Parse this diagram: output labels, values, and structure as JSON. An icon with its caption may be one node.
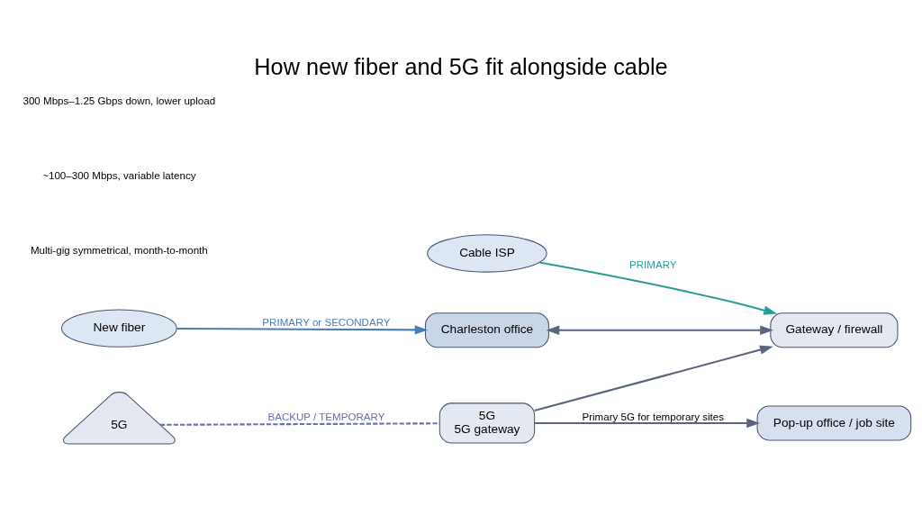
{
  "diagram": {
    "title": "How new fiber and 5G fit alongside cable",
    "nodes": [
      {
        "text": [
          "Cable ISP"
        ]
      },
      {
        "text": [
          "New fiber"
        ]
      },
      {
        "text": [
          "Charleston office"
        ]
      },
      {
        "text": [
          "5G"
        ]
      },
      {
        "text": [
          "Gateway / firewall"
        ]
      },
      {
        "text": [
          "5G",
          "5G gateway"
        ]
      },
      {
        "text": [
          "Pop-up office / job site"
        ]
      }
    ],
    "edges": [
      {
        "from": 0,
        "to": 4,
        "arrow": "to",
        "label": "PRIMARY",
        "color": "#2a9d99"
      },
      {
        "from": 1,
        "to": 2,
        "arrow": "to",
        "label": "PRIMARY or SECONDARY",
        "color": "#4a7fb5"
      },
      {
        "from": 2,
        "to": 4,
        "arrow": "both"
      },
      {
        "from": 3,
        "to": 5,
        "arrow": "none",
        "label": "BACKUP / TEMPORARY",
        "style": "dashed",
        "color": "#6a6fb0"
      },
      {
        "from": 5,
        "to": 4,
        "arrow": "to"
      },
      {
        "from": 5,
        "to": 6,
        "arrow": "to",
        "label": "Primary 5G for temporary sites"
      }
    ],
    "labels": [
      "Multi-gig symmetrical, month-to-month",
      "~100–300 Mbps, variable latency",
      "300 Mbps–1.25 Gbps down, lower upload"
    ]
  }
}
